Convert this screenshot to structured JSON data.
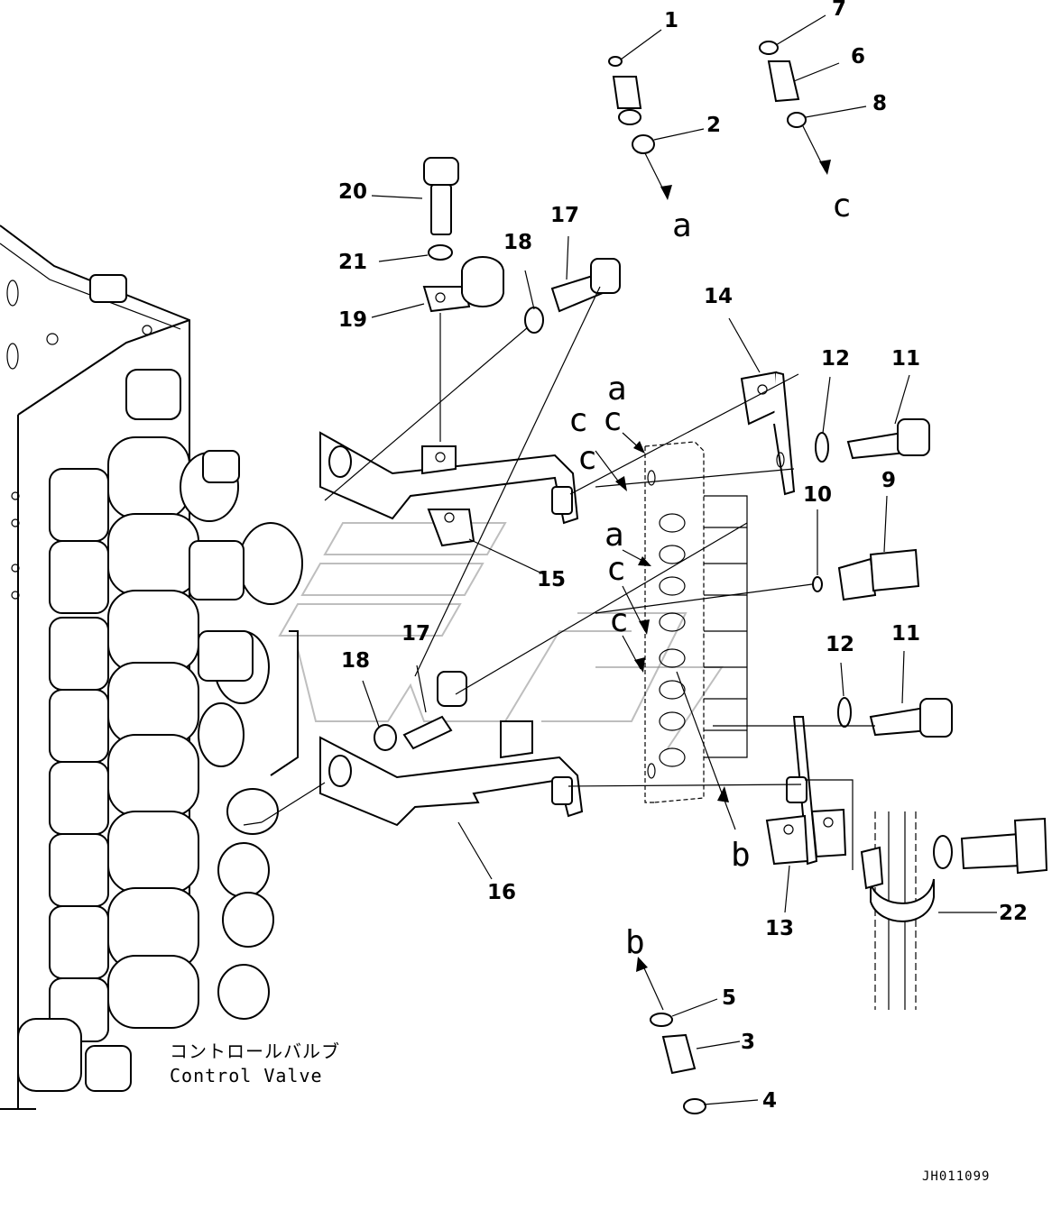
{
  "diagram": {
    "callouts": [
      "1",
      "2",
      "3",
      "4",
      "5",
      "6",
      "7",
      "8",
      "9",
      "10",
      "11",
      "11",
      "12",
      "12",
      "13",
      "14",
      "15",
      "16",
      "17",
      "17",
      "18",
      "18",
      "19",
      "20",
      "21",
      "22"
    ],
    "port_letters": [
      "a",
      "a",
      "a",
      "b",
      "b",
      "c",
      "c",
      "c",
      "c",
      "c",
      "c"
    ],
    "caption": {
      "japanese": "コントロールバルブ",
      "english": "Control Valve"
    },
    "drawing_id": "JH011099"
  }
}
